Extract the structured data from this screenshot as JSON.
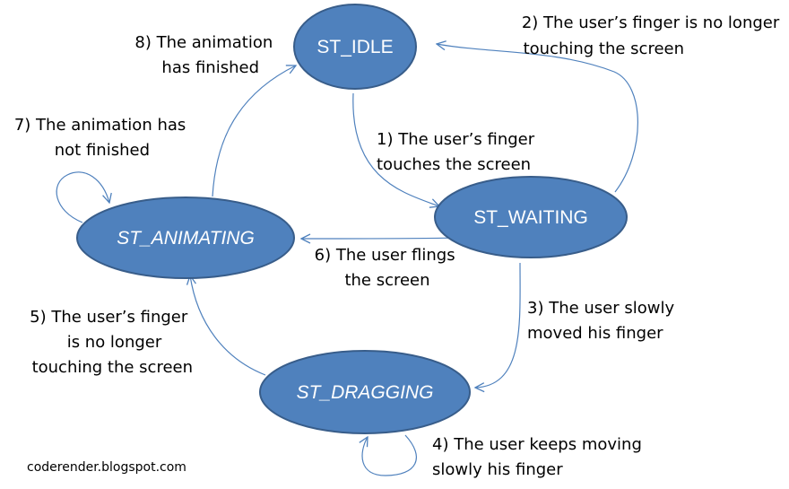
{
  "states": {
    "idle": {
      "label": "ST_IDLE"
    },
    "waiting": {
      "label": "ST_WAITING"
    },
    "animating": {
      "label": "ST_ANIMATING"
    },
    "dragging": {
      "label": "ST_DRAGGING"
    }
  },
  "transitions": [
    {
      "lines": [
        "1) The user’s finger",
        "touches the screen"
      ]
    },
    {
      "lines": [
        "2) The user’s finger is no longer",
        "touching the screen"
      ]
    },
    {
      "lines": [
        "3) The user slowly",
        "moved his finger"
      ]
    },
    {
      "lines": [
        "4) The user keeps moving",
        "slowly his finger"
      ]
    },
    {
      "lines": [
        "5) The user’s finger",
        "is no longer",
        "touching the screen"
      ]
    },
    {
      "lines": [
        "6) The user flings",
        "the screen"
      ]
    },
    {
      "lines": [
        "7) The animation has",
        "not finished"
      ]
    },
    {
      "lines": [
        "8) The animation",
        "has finished"
      ]
    }
  ],
  "credit": "coderender.blogspot.com",
  "colors": {
    "state_fill": "#4f81bd",
    "state_stroke": "#385d8a",
    "edge": "#4f81bd"
  }
}
